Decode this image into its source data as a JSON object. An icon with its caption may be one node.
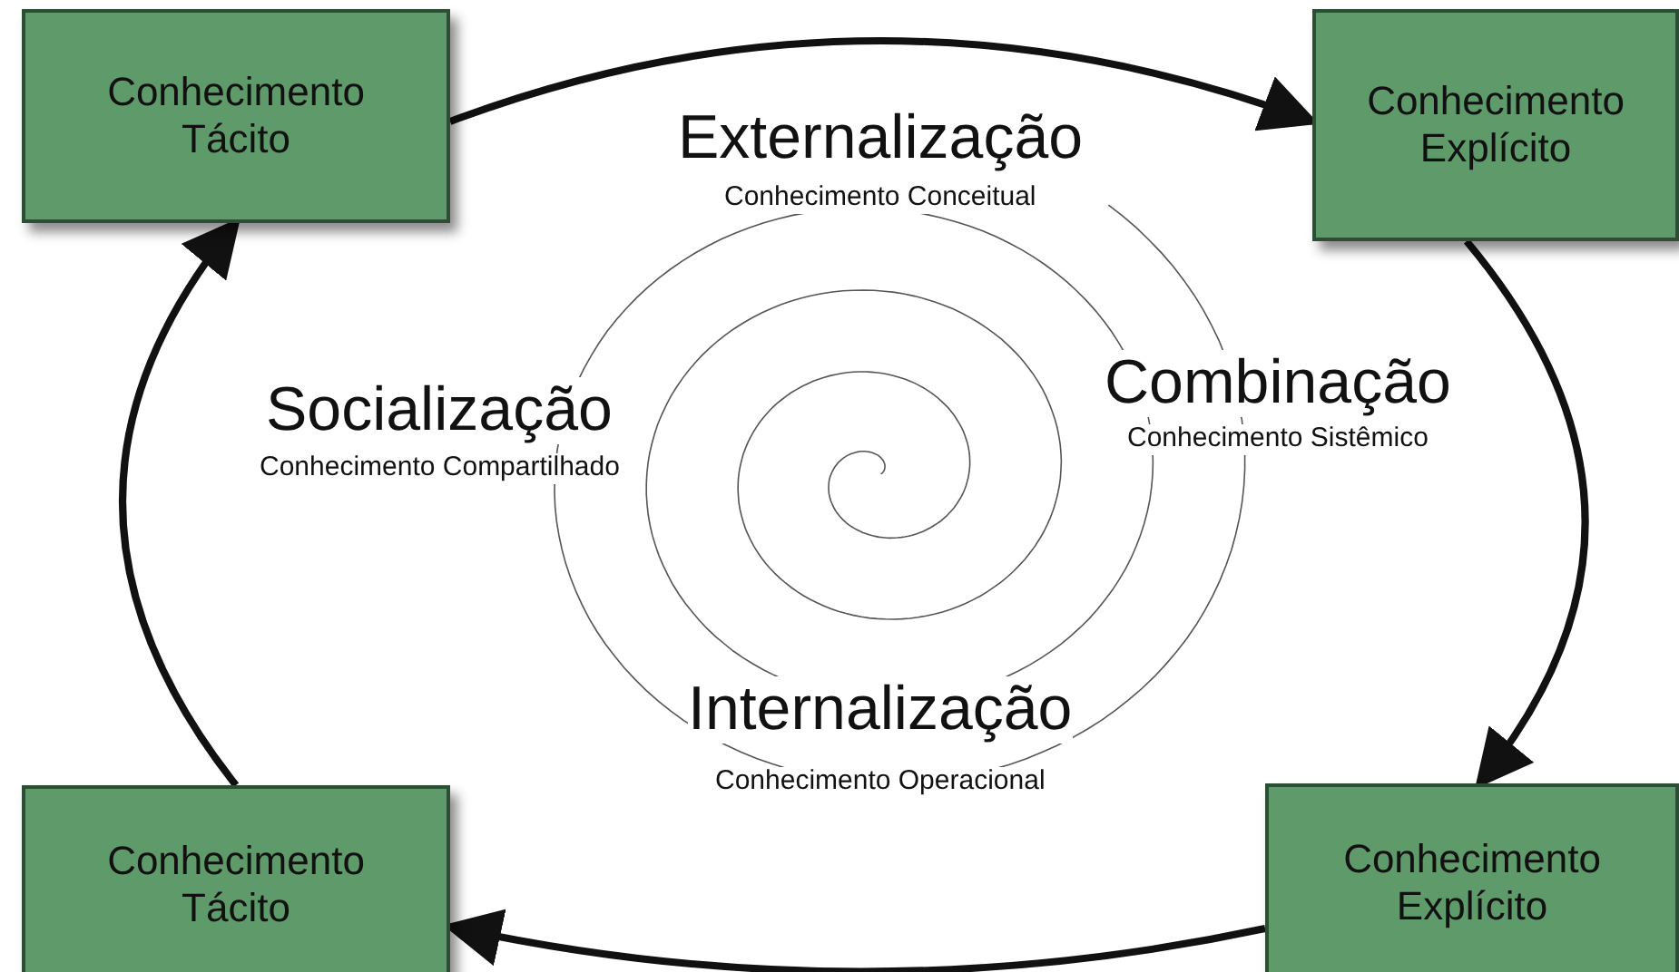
{
  "diagram": {
    "nodes": [
      {
        "text": [
          "Conhecimento Tácito"
        ]
      },
      {
        "text": [
          "Conhecimento Explícito"
        ]
      },
      {
        "text": [
          "Conhecimento Explícito"
        ]
      },
      {
        "text": [
          "Conhecimento Tácito"
        ]
      }
    ],
    "edges": [
      {
        "from": 0,
        "to": 1,
        "arrow": "to"
      },
      {
        "from": 1,
        "to": 2,
        "arrow": "to"
      },
      {
        "from": 2,
        "to": 3,
        "arrow": "to"
      },
      {
        "from": 3,
        "to": 0,
        "arrow": "to"
      }
    ],
    "labels": [
      "Externalização",
      "Conhecimento Conceitual",
      "Socialização",
      "Conhecimento Compartilhado",
      "Combinação",
      "Conhecimento Sistêmico",
      "Internalização",
      "Conhecimento Operacional"
    ]
  }
}
